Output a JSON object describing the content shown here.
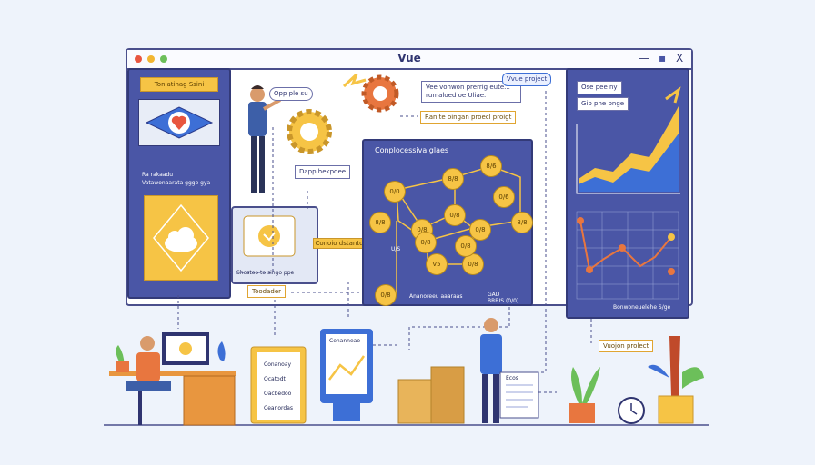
{
  "window": {
    "title": "Vue",
    "controls": {
      "minimize": "—",
      "restore": "▪",
      "close": "X"
    },
    "dot_colors": [
      "#e8563f",
      "#f2b632",
      "#6cbf5a"
    ]
  },
  "left_panel": {
    "header": "Tonlatinag Ssini",
    "list": [
      "Ra rakaadu",
      "Vatawonaarata ggge gya"
    ]
  },
  "center": {
    "bubble": "Opp ple su",
    "badge": "Dapp hekpdee",
    "card_caption": "Shostoo to singo ppe",
    "label_config": "Conoio dstantd",
    "label_tool": "Toodader",
    "note": "Vee vonwon prerrig eute...\nrumaloed oe Uliae.",
    "project_badge": "Vvue project",
    "status": "Ran te oingan proecl proigt"
  },
  "graph": {
    "title": "Conplocessiva glaes",
    "nodes": [
      "0/0",
      "8/8",
      "8/8",
      "8/6",
      "0/8",
      "0/8",
      "8/8",
      "0/8",
      "0/8",
      "V5",
      "0/8",
      "0/8",
      "0/8",
      "0/6"
    ],
    "caption_left": "Ananoreeu aaaraas",
    "caption_right": "GAD\nBRRIS (0/0)",
    "legend": "U/S"
  },
  "right_panel": {
    "label1": "Ose pee ny",
    "label2": "Gip pne pnge",
    "caption": "Bonwoneuelehe S/ge"
  },
  "bottom": {
    "checklist": [
      "Conanoay",
      "Ocatodt",
      "Oacbedoo",
      "Ceanordas"
    ],
    "screen_title": "Cenanneae",
    "doc_title": "Ecos",
    "vue_project": "Vuojon prolect"
  },
  "colors": {
    "panel": "#4a56a6",
    "accent": "#f6c445",
    "orange": "#e8763f",
    "line": "#4a4f8c"
  }
}
